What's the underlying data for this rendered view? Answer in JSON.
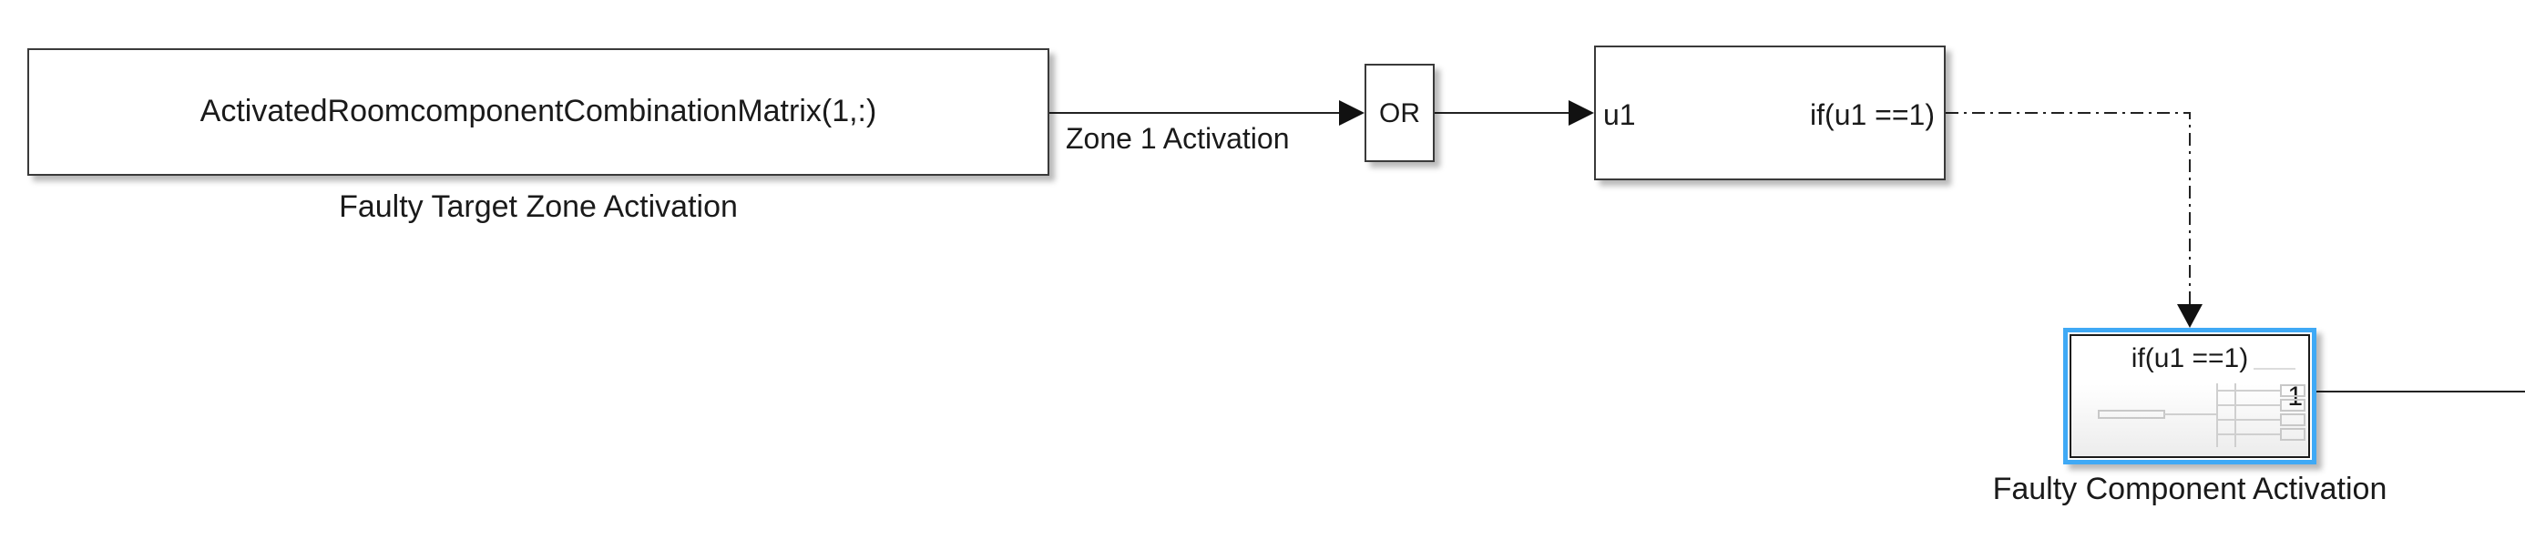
{
  "constant_block": {
    "value": "ActivatedRoomcomponentCombinationMatrix(1,:)",
    "caption": "Faulty Target Zone Activation"
  },
  "signal_zone1": {
    "label": "Zone 1 Activation"
  },
  "or_block": {
    "label": "OR"
  },
  "if_block": {
    "input_port": "u1",
    "output_port": "if(u1 ==1)"
  },
  "action_subsystem": {
    "action_label": "if(u1 ==1)",
    "output_port": "1",
    "caption": "Faulty Component Activation",
    "selection_color": "#3fa9f5"
  }
}
